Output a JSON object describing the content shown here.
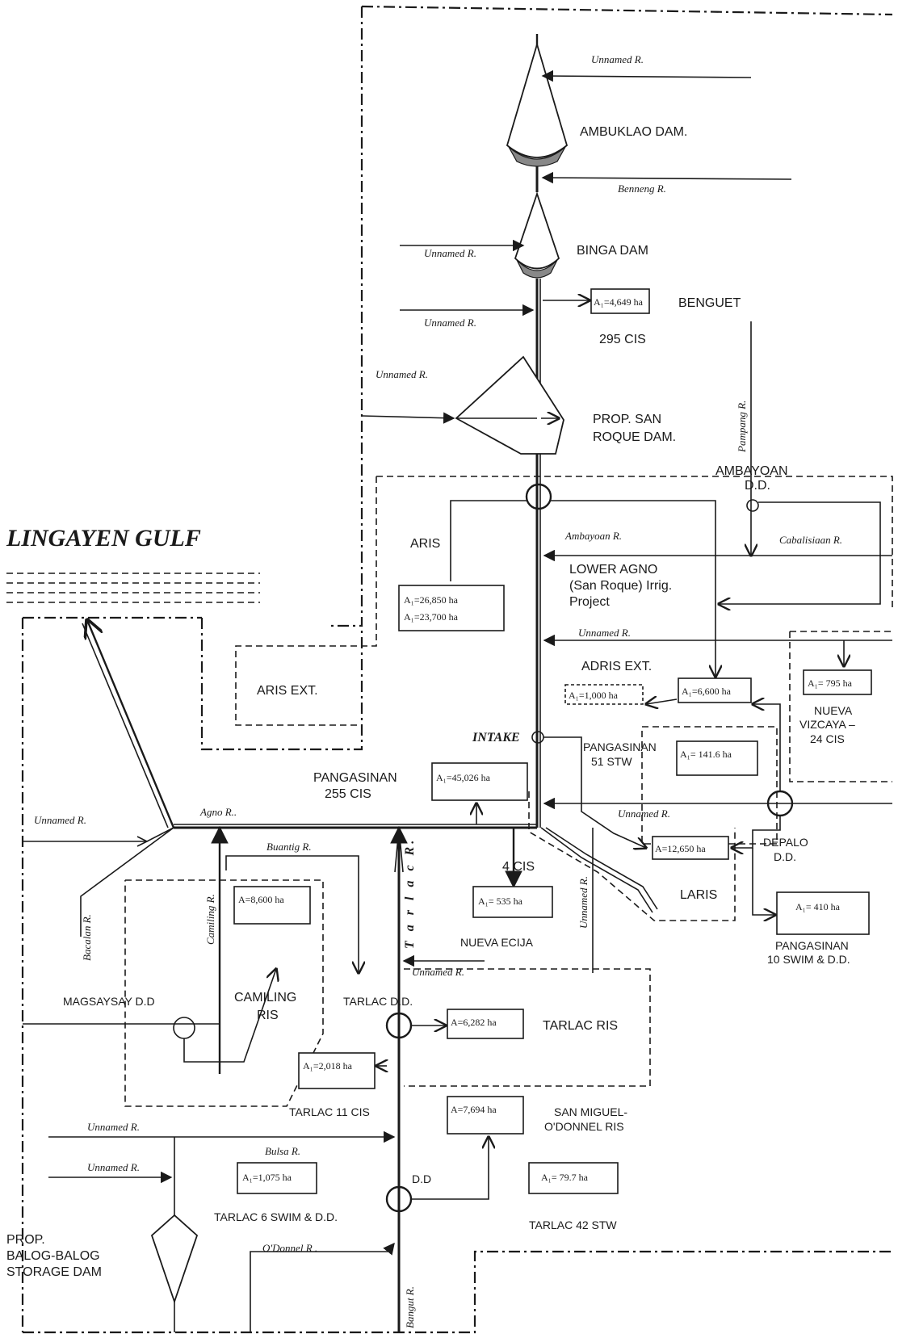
{
  "title": "LINGAYEN GULF",
  "dams": {
    "ambuklao": "AMBUKLAO DAM.",
    "binga": "BINGA DAM",
    "san_roque_1": "PROP. SAN",
    "san_roque_2": "ROQUE DAM.",
    "balog_1": "PROP.",
    "balog_2": "BALOG-BALOG",
    "balog_3": "STORAGE DAM"
  },
  "diversion_dams": {
    "ambayoan_1": "AMBAYOAN",
    "ambayoan_2": "D.D.",
    "depalo_1": "DEPALO",
    "depalo_2": "D.D.",
    "magsaysay": "MAGSAYSAY D.D",
    "tarlac": "TARLAC D.D.",
    "dd": "D.D",
    "intake": "INTAKE"
  },
  "rivers": {
    "unnamed_1": "Unnamed R.",
    "benneng": "Benneng R.",
    "unnamed_2": "Unnamed R.",
    "unnamed_3": "Unnamed R.",
    "unnamed_4": "Unnamed R.",
    "pampang": "Pampang R.",
    "ambayoan": "Ambayoan R.",
    "cabalisiaan": "Cabalisiaan R.",
    "unnamed_5": "Unnamed R.",
    "unnamed_6": "Unnamed R.",
    "unnamed_west": "Unnamed R.",
    "agno": "Agno R..",
    "buantig": "Buantig R.",
    "bacalan": "Bacalan R.",
    "camiling": "Camiling R.",
    "tarlac": "T a r l a c  R.",
    "unnamed_vertical": "Unnamed R.",
    "unnamed_7": "Unnamed R.",
    "unnamed_8": "Unnamed R.",
    "bulsa": "Bulsa R.",
    "unnamed_9": "Unnamed R.",
    "odonnel": "O'Donnel R .",
    "bangut": "Bangut R."
  },
  "areas": {
    "benguet": "A₁=4,649 ha",
    "aris_1": "A₁=26,850 ha",
    "aris_2": "A₁=23,700 ha",
    "adris": "A₁=1,000 ha",
    "lower_agno": "A₁=6,600 ha",
    "nueva_vizcaya": "A₁= 795 ha",
    "pang51": "A₁= 141.6 ha",
    "pang255": "A₁=45,026 ha",
    "laris": "A=12,650 ha",
    "pang10": "A₁= 410 ha",
    "nueva_ecija": "A₁= 535 ha",
    "camiling": "A=8,600 ha",
    "tarlac_ris": "A=6,282 ha",
    "tarlac11": "A₁=2,018 ha",
    "san_miguel": "A=7,694 ha",
    "tarlac6": "A₁=1,075 ha",
    "tarlac42": "A₁= 79.7 ha"
  },
  "labels": {
    "benguet": "BENGUET",
    "benguet_cis": "295 CIS",
    "aris": "ARIS",
    "lower_agno_1": "LOWER AGNO",
    "lower_agno_2": "(San Roque) Irrig.",
    "lower_agno_3": "Project",
    "aris_ext": "ARIS EXT.",
    "adris_ext": "ADRIS EXT.",
    "nueva_vizcaya_1": "NUEVA",
    "nueva_vizcaya_2": "VIZCAYA –",
    "nueva_vizcaya_3": "24 CIS",
    "pang51_1": "PANGASINAN",
    "pang51_2": "51 STW",
    "pang255_1": "PANGASINAN",
    "pang255_2": "255 CIS",
    "laris": "LARIS",
    "pang10_1": "PANGASINAN",
    "pang10_2": "10 SWIM & D.D.",
    "four_cis": "4 CIS",
    "nueva_ecija": "NUEVA ECIJA",
    "camiling_ris_1": "CAMILING",
    "camiling_ris_2": "RIS",
    "tarlac_ris": "TARLAC  RIS",
    "tarlac11": "TARLAC  11 CIS",
    "san_miguel_1": "SAN MIGUEL-",
    "san_miguel_2": "O'DONNEL RIS",
    "tarlac6": "TARLAC  6 SWIM & D.D.",
    "tarlac42": "TARLAC  42 STW"
  }
}
